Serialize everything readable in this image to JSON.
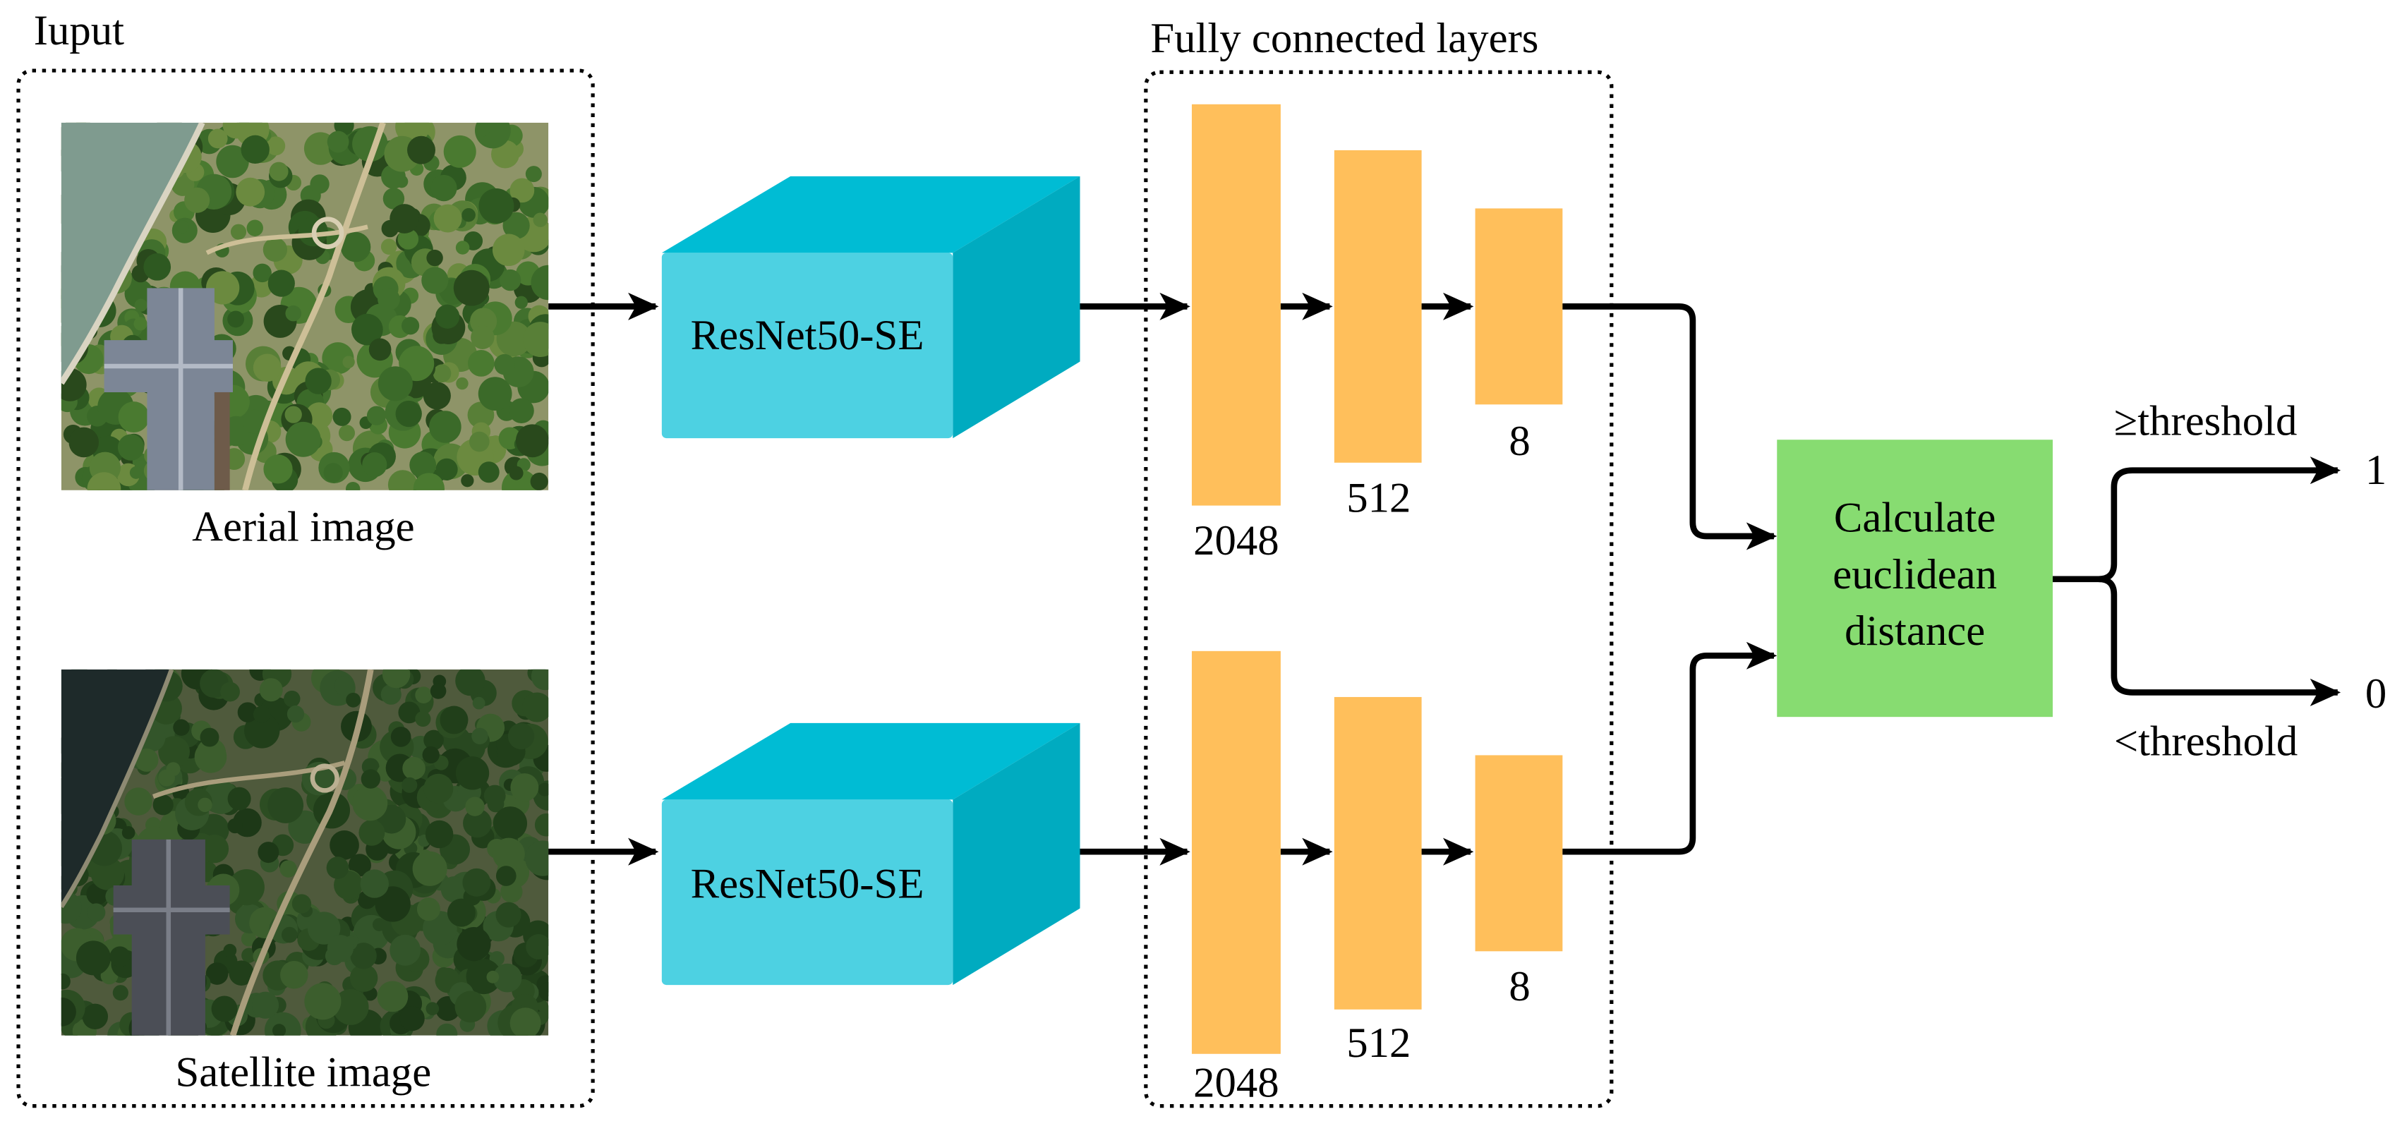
{
  "input": {
    "label": "Iuput",
    "aerial_caption": "Aerial image",
    "satellite_caption": "Satellite image"
  },
  "backbone": {
    "upper_label": "ResNet50-SE",
    "lower_label": "ResNet50-SE"
  },
  "fc": {
    "label": "Fully connected layers",
    "upper": [
      "2048",
      "512",
      "8"
    ],
    "lower": [
      "2048",
      "512",
      "8"
    ]
  },
  "distance": {
    "lines": [
      "Calculate",
      "euclidean",
      "distance"
    ]
  },
  "output": {
    "upper_condition": "≥threshold",
    "upper_value": "1",
    "lower_condition": "<threshold",
    "lower_value": "0"
  },
  "colors": {
    "backbone_front": "#4dd1e2",
    "backbone_top": "#00bcd4",
    "backbone_side": "#00abc0",
    "fc_bar": "#ffbf5b",
    "distance_box": "#87dc71",
    "line": "#000000"
  }
}
